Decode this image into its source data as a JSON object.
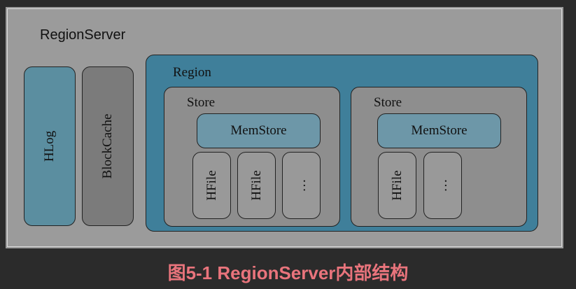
{
  "diagram": {
    "region_server": "RegionServer",
    "hlog": "HLog",
    "block_cache": "BlockCache",
    "region": {
      "label": "Region",
      "stores": [
        {
          "label": "Store",
          "memstore": "MemStore",
          "files": [
            "HFile",
            "HFile",
            "…"
          ]
        },
        {
          "label": "Store",
          "memstore": "MemStore",
          "files": [
            "HFile",
            "…"
          ]
        }
      ]
    }
  },
  "caption": "图5-1 RegionServer内部结构",
  "colors": {
    "background": "#2b2b2b",
    "frame": "#9b9b9b",
    "region": "#3f7f9a",
    "memstore": "#6d97a8",
    "hlog": "#5b8ea0",
    "blockcache": "#7b7b7b",
    "caption": "#e9747c"
  }
}
